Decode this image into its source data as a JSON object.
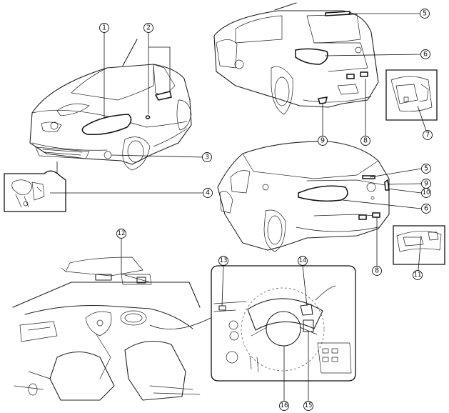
{
  "callouts": [
    {
      "id": "c1",
      "label": "1"
    },
    {
      "id": "c2",
      "label": "2"
    },
    {
      "id": "c3",
      "label": "3"
    },
    {
      "id": "c4",
      "label": "4"
    },
    {
      "id": "c5a",
      "label": "5"
    },
    {
      "id": "c6a",
      "label": "6"
    },
    {
      "id": "c7",
      "label": "7"
    },
    {
      "id": "c8a",
      "label": "8"
    },
    {
      "id": "c9a",
      "label": "9"
    },
    {
      "id": "c5b",
      "label": "5"
    },
    {
      "id": "c9b",
      "label": "9"
    },
    {
      "id": "c10",
      "label": "10"
    },
    {
      "id": "c6b",
      "label": "6"
    },
    {
      "id": "c8b",
      "label": "8"
    },
    {
      "id": "c11",
      "label": "11"
    },
    {
      "id": "c12",
      "label": "12"
    },
    {
      "id": "c13",
      "label": "13"
    },
    {
      "id": "c14",
      "label": "14"
    },
    {
      "id": "c15",
      "label": "15"
    },
    {
      "id": "c16",
      "label": "16"
    }
  ]
}
